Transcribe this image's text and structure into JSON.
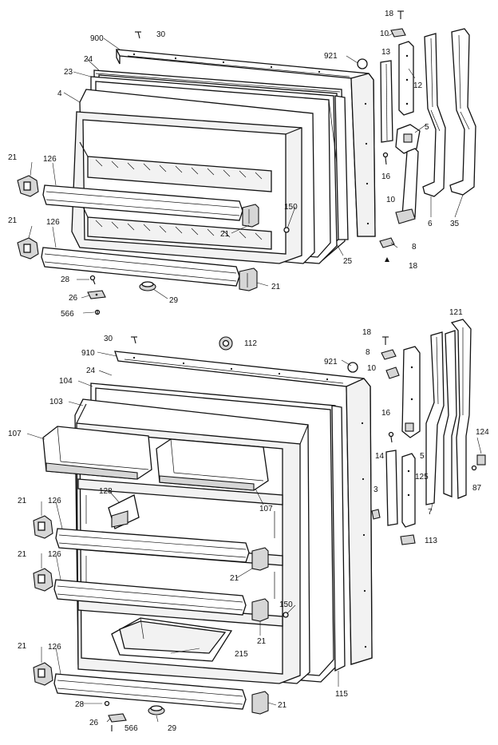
{
  "upper_door": {
    "labels": [
      {
        "id": "u18",
        "text": "18"
      },
      {
        "id": "u10",
        "text": "10"
      },
      {
        "id": "u900",
        "text": "900"
      },
      {
        "id": "u30",
        "text": "30"
      },
      {
        "id": "u24",
        "text": "24"
      },
      {
        "id": "u921",
        "text": "921"
      },
      {
        "id": "u13",
        "text": "13"
      },
      {
        "id": "u23",
        "text": "23"
      },
      {
        "id": "u12",
        "text": "12"
      },
      {
        "id": "u4",
        "text": "4"
      },
      {
        "id": "u5",
        "text": "5"
      },
      {
        "id": "u21a",
        "text": "21"
      },
      {
        "id": "u126a",
        "text": "126"
      },
      {
        "id": "u16",
        "text": "16"
      },
      {
        "id": "u150",
        "text": "150"
      },
      {
        "id": "u10b",
        "text": "10"
      },
      {
        "id": "u6",
        "text": "6"
      },
      {
        "id": "u35",
        "text": "35"
      },
      {
        "id": "u21b",
        "text": "21"
      },
      {
        "id": "u126b",
        "text": "126"
      },
      {
        "id": "u21c",
        "text": "21"
      },
      {
        "id": "u25",
        "text": "25"
      },
      {
        "id": "u8",
        "text": "8"
      },
      {
        "id": "u18b",
        "text": "18"
      },
      {
        "id": "u28",
        "text": "28"
      },
      {
        "id": "u21d",
        "text": "21"
      },
      {
        "id": "u26",
        "text": "26"
      },
      {
        "id": "u29",
        "text": "29"
      },
      {
        "id": "u566",
        "text": "566"
      }
    ]
  },
  "lower_door": {
    "labels": [
      {
        "id": "l121",
        "text": "121"
      },
      {
        "id": "l30",
        "text": "30"
      },
      {
        "id": "l112",
        "text": "112"
      },
      {
        "id": "l18",
        "text": "18"
      },
      {
        "id": "l910",
        "text": "910"
      },
      {
        "id": "l8",
        "text": "8"
      },
      {
        "id": "l24",
        "text": "24"
      },
      {
        "id": "l921",
        "text": "921"
      },
      {
        "id": "l10",
        "text": "10"
      },
      {
        "id": "l104",
        "text": "104"
      },
      {
        "id": "l103",
        "text": "103"
      },
      {
        "id": "l16",
        "text": "16"
      },
      {
        "id": "l107a",
        "text": "107"
      },
      {
        "id": "l124",
        "text": "124"
      },
      {
        "id": "l5",
        "text": "5"
      },
      {
        "id": "l14",
        "text": "14"
      },
      {
        "id": "l125",
        "text": "125"
      },
      {
        "id": "l87",
        "text": "87"
      },
      {
        "id": "l3",
        "text": "3"
      },
      {
        "id": "l128",
        "text": "128"
      },
      {
        "id": "l107b",
        "text": "107"
      },
      {
        "id": "l7",
        "text": "7"
      },
      {
        "id": "l21a",
        "text": "21"
      },
      {
        "id": "l126a",
        "text": "126"
      },
      {
        "id": "l113",
        "text": "113"
      },
      {
        "id": "l21b",
        "text": "21"
      },
      {
        "id": "l21c",
        "text": "21"
      },
      {
        "id": "l126b",
        "text": "126"
      },
      {
        "id": "l150",
        "text": "150"
      },
      {
        "id": "l21d",
        "text": "21"
      },
      {
        "id": "l215",
        "text": "215"
      },
      {
        "id": "l21e",
        "text": "21"
      },
      {
        "id": "l126c",
        "text": "126"
      },
      {
        "id": "l115",
        "text": "115"
      },
      {
        "id": "l28",
        "text": "28"
      },
      {
        "id": "l21f",
        "text": "21"
      },
      {
        "id": "l26",
        "text": "26"
      },
      {
        "id": "l566",
        "text": "566"
      },
      {
        "id": "l29",
        "text": "29"
      }
    ]
  }
}
